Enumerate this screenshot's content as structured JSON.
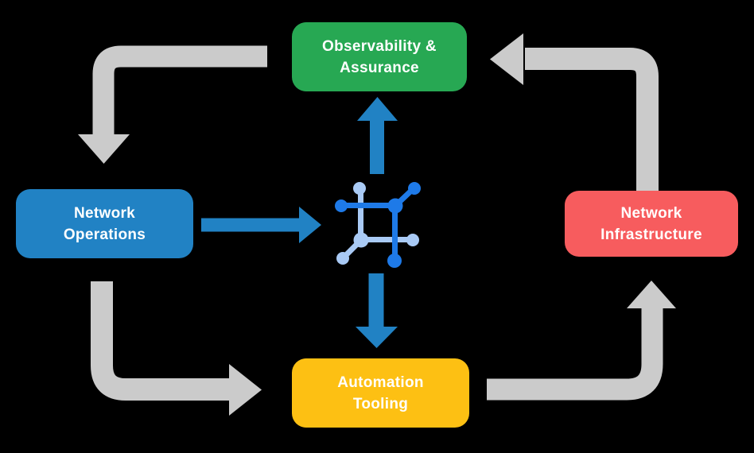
{
  "colors": {
    "background": "#000000",
    "text": "#ffffff",
    "green": "#27a853",
    "blue": "#2182c4",
    "red": "#f75c5e",
    "yellow": "#fdc013",
    "gray": "#cbcbcb",
    "icon_blue_dark": "#1e7ae8",
    "icon_blue_light": "#a9caf5"
  },
  "diagram": {
    "nodes": {
      "observability": {
        "line1": "Observability &",
        "line2": "Assurance",
        "color": "#27a853"
      },
      "operations": {
        "line1": "Network",
        "line2": "Operations",
        "color": "#2182c4"
      },
      "infrastructure": {
        "line1": "Network",
        "line2": "Infrastructure",
        "color": "#f75c5e"
      },
      "automation": {
        "line1": "Automation",
        "line2": "Tooling",
        "color": "#fdc013"
      }
    },
    "center_icon": {
      "name": "network-fabric-icon",
      "dark_color": "#1e7ae8",
      "light_color": "#a9caf5"
    },
    "cycle_arrows": [
      {
        "name": "arrow-observability-to-operations",
        "direction": "down",
        "color": "#cbcbcb"
      },
      {
        "name": "arrow-operations-to-automation",
        "direction": "right",
        "color": "#cbcbcb"
      },
      {
        "name": "arrow-automation-to-infrastructure",
        "direction": "up",
        "color": "#cbcbcb"
      },
      {
        "name": "arrow-infrastructure-to-observability",
        "direction": "left",
        "color": "#cbcbcb"
      }
    ],
    "flow_arrows": [
      {
        "name": "arrow-operations-to-center",
        "direction": "right",
        "color": "#2182c4"
      },
      {
        "name": "arrow-center-to-observability",
        "direction": "up",
        "color": "#2182c4"
      },
      {
        "name": "arrow-center-to-automation",
        "direction": "down",
        "color": "#2182c4"
      }
    ]
  }
}
